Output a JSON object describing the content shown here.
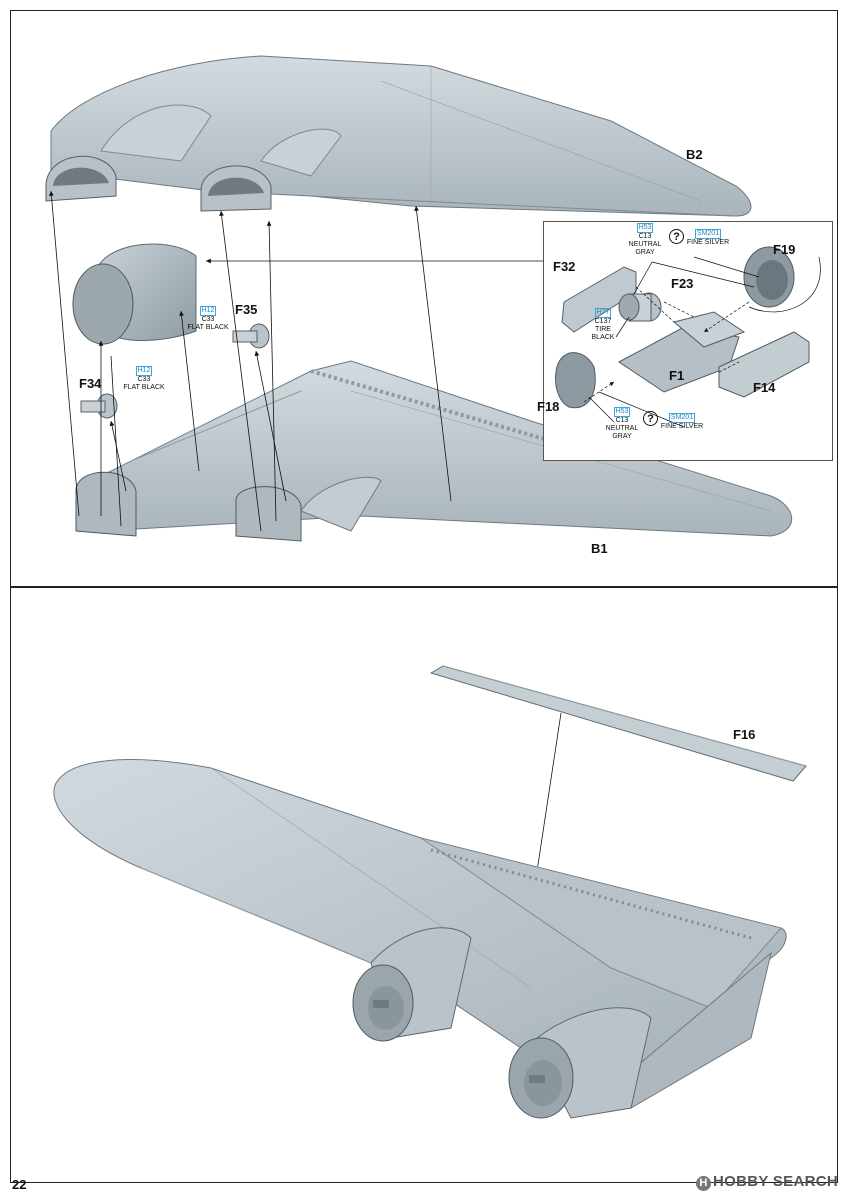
{
  "page": {
    "number": "22"
  },
  "watermark": {
    "text": "HOBBY SEARCH",
    "mark": "H"
  },
  "step_top": {
    "parts": {
      "b2": "B2",
      "b1": "B1",
      "f35": "F35",
      "f34": "F34",
      "f32": "F32",
      "f23": "F23",
      "f19": "F19",
      "f1": "F1",
      "f14": "F14",
      "f18": "F18"
    },
    "paints": {
      "f35": {
        "code": "H12",
        "alt": "C33",
        "name": "FLAT BLACK"
      },
      "f34": {
        "code": "H12",
        "alt": "C33",
        "name": "FLAT BLACK"
      },
      "gray_top": {
        "code": "H53",
        "alt": "C13",
        "name": "NEUTRAL GRAY"
      },
      "silver_top": {
        "code": "SM201",
        "name": "FINE SILVER"
      },
      "tire": {
        "code": "H77",
        "alt": "C137",
        "name": "TIRE BLACK"
      },
      "gray_bottom": {
        "code": "H53",
        "alt": "C13",
        "name": "NEUTRAL GRAY"
      },
      "silver_bottom": {
        "code": "SM201",
        "name": "FINE SILVER"
      }
    },
    "question_mark": "?"
  },
  "step_bottom": {
    "parts": {
      "f16": "F16"
    }
  },
  "colors": {
    "part_gray": "#c4cdd3",
    "part_shadow": "#8e9aa2",
    "part_dark": "#5e6a72",
    "accent_blue": "#1d86c6"
  }
}
